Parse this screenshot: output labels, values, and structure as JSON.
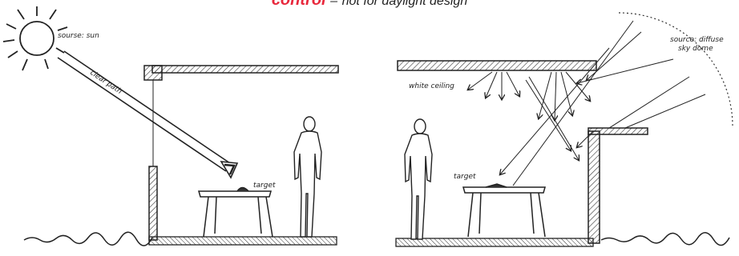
{
  "header": {
    "highlight": "control",
    "dash": "–",
    "rest": "not for daylight design"
  },
  "left_panel": {
    "source_label": "sourse: sun",
    "path_label": "clear path",
    "target_label": "target"
  },
  "right_panel": {
    "source_label_line1": "source: diffuse",
    "source_label_line2": "sky dome",
    "ceiling_label": "white ceiling",
    "target_label": "target"
  },
  "colors": {
    "accent": "#e8283c",
    "ink": "#222222"
  }
}
